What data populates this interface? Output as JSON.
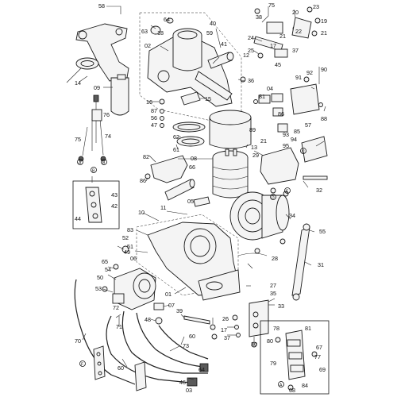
{
  "diagram": {
    "callouts": [
      {
        "id": "c58",
        "text": "58"
      },
      {
        "id": "c64",
        "text": "64"
      },
      {
        "id": "c63",
        "text": "63"
      },
      {
        "id": "c18",
        "text": "18"
      },
      {
        "id": "c02",
        "text": "02"
      },
      {
        "id": "c40",
        "text": "40"
      },
      {
        "id": "c59",
        "text": "59"
      },
      {
        "id": "c41",
        "text": "41"
      },
      {
        "id": "c12",
        "text": "12"
      },
      {
        "id": "c36",
        "text": "36"
      },
      {
        "id": "c14",
        "text": "14"
      },
      {
        "id": "c09",
        "text": "09"
      },
      {
        "id": "c15",
        "text": "15"
      },
      {
        "id": "c16",
        "text": "16"
      },
      {
        "id": "c87",
        "text": "87"
      },
      {
        "id": "c56",
        "text": "56"
      },
      {
        "id": "c47",
        "text": "47"
      },
      {
        "id": "c76",
        "text": "76"
      },
      {
        "id": "c75",
        "text": "75"
      },
      {
        "id": "c74",
        "text": "74"
      },
      {
        "id": "c62",
        "text": "62"
      },
      {
        "id": "c61",
        "text": "61"
      },
      {
        "id": "c13",
        "text": "13"
      },
      {
        "id": "c08",
        "text": "08"
      },
      {
        "id": "c82",
        "text": "82"
      },
      {
        "id": "c66",
        "text": "66"
      },
      {
        "id": "c86",
        "text": "86"
      },
      {
        "id": "c75b",
        "text": "75"
      },
      {
        "id": "c38",
        "text": "38"
      },
      {
        "id": "c24",
        "text": "24"
      },
      {
        "id": "c25",
        "text": "25"
      },
      {
        "id": "c20",
        "text": "20"
      },
      {
        "id": "c23",
        "text": "23"
      },
      {
        "id": "c19",
        "text": "19"
      },
      {
        "id": "c21",
        "text": "21"
      },
      {
        "id": "c22",
        "text": "22"
      },
      {
        "id": "c21b",
        "text": "21"
      },
      {
        "id": "c17",
        "text": "17"
      },
      {
        "id": "c37",
        "text": "37"
      },
      {
        "id": "c45",
        "text": "45"
      },
      {
        "id": "c04",
        "text": "04"
      },
      {
        "id": "c81",
        "text": "81"
      },
      {
        "id": "c91",
        "text": "91"
      },
      {
        "id": "c92",
        "text": "92"
      },
      {
        "id": "c90",
        "text": "90"
      },
      {
        "id": "c86b",
        "text": "86"
      },
      {
        "id": "c89",
        "text": "89"
      },
      {
        "id": "c57",
        "text": "57"
      },
      {
        "id": "c88",
        "text": "88"
      },
      {
        "id": "c85",
        "text": "85"
      },
      {
        "id": "c21c",
        "text": "21"
      },
      {
        "id": "c29",
        "text": "29"
      },
      {
        "id": "c93",
        "text": "93"
      },
      {
        "id": "c94",
        "text": "94"
      },
      {
        "id": "c95",
        "text": "95"
      },
      {
        "id": "c32",
        "text": "32"
      },
      {
        "id": "c43",
        "text": "43"
      },
      {
        "id": "c42",
        "text": "42"
      },
      {
        "id": "c44",
        "text": "44"
      },
      {
        "id": "c05",
        "text": "05"
      },
      {
        "id": "c10",
        "text": "10"
      },
      {
        "id": "c11",
        "text": "11"
      },
      {
        "id": "c34",
        "text": "34"
      },
      {
        "id": "c55",
        "text": "55"
      },
      {
        "id": "c83",
        "text": "83"
      },
      {
        "id": "c49",
        "text": "49"
      },
      {
        "id": "c52",
        "text": "52"
      },
      {
        "id": "c51",
        "text": "51"
      },
      {
        "id": "c65",
        "text": "65"
      },
      {
        "id": "c06",
        "text": "06"
      },
      {
        "id": "c50",
        "text": "50"
      },
      {
        "id": "c54",
        "text": "54"
      },
      {
        "id": "c53",
        "text": "53"
      },
      {
        "id": "c28",
        "text": "28"
      },
      {
        "id": "c31",
        "text": "31"
      },
      {
        "id": "c27",
        "text": "27"
      },
      {
        "id": "c01",
        "text": "01"
      },
      {
        "id": "c35",
        "text": "35"
      },
      {
        "id": "c07",
        "text": "07"
      },
      {
        "id": "c39",
        "text": "39"
      },
      {
        "id": "c26",
        "text": "26"
      },
      {
        "id": "c17b",
        "text": "17"
      },
      {
        "id": "c37b",
        "text": "37"
      },
      {
        "id": "c48",
        "text": "48"
      },
      {
        "id": "c72",
        "text": "72"
      },
      {
        "id": "c71",
        "text": "71"
      },
      {
        "id": "c70",
        "text": "70"
      },
      {
        "id": "c60",
        "text": "60"
      },
      {
        "id": "c73",
        "text": "73"
      },
      {
        "id": "c30",
        "text": "30"
      },
      {
        "id": "c33",
        "text": "33"
      },
      {
        "id": "c78",
        "text": "78"
      },
      {
        "id": "c81b",
        "text": "81"
      },
      {
        "id": "c80",
        "text": "80"
      },
      {
        "id": "c67",
        "text": "67"
      },
      {
        "id": "c77",
        "text": "77"
      },
      {
        "id": "c79",
        "text": "79"
      },
      {
        "id": "c69",
        "text": "69"
      },
      {
        "id": "c84",
        "text": "84"
      },
      {
        "id": "c68",
        "text": "68"
      },
      {
        "id": "c60b",
        "text": "60"
      },
      {
        "id": "c46",
        "text": "46"
      },
      {
        "id": "c03",
        "text": "03"
      },
      {
        "id": "c64b",
        "text": "64"
      }
    ],
    "markers": [
      {
        "id": "mA",
        "text": "A"
      },
      {
        "id": "mB",
        "text": "B"
      },
      {
        "id": "mC",
        "text": "C"
      },
      {
        "id": "mD",
        "text": "D"
      },
      {
        "id": "mE",
        "text": "E"
      },
      {
        "id": "mF",
        "text": "F"
      },
      {
        "id": "mB2",
        "text": "B"
      },
      {
        "id": "mA2",
        "text": "A"
      }
    ]
  }
}
